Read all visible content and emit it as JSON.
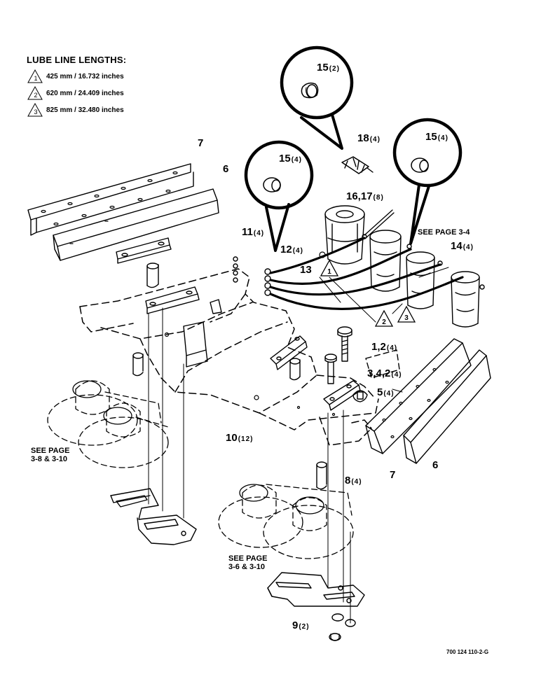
{
  "legend": {
    "title": "LUBE LINE LENGTHS:",
    "items": [
      {
        "marker": "1",
        "text": "425 mm / 16.732 inches"
      },
      {
        "marker": "2",
        "text": "620 mm / 24.409 inches"
      },
      {
        "marker": "3",
        "text": "825 mm / 32.480 inches"
      }
    ]
  },
  "callouts": [
    {
      "num": "15",
      "qty": "(2)"
    },
    {
      "num": "18",
      "qty": "(4)"
    },
    {
      "num": "15",
      "qty": "(4)"
    },
    {
      "num": "15",
      "qty": "(4)"
    },
    {
      "num": "16,17",
      "qty": "(8)"
    },
    {
      "num": "7",
      "qty": ""
    },
    {
      "num": "6",
      "qty": ""
    },
    {
      "num": "11",
      "qty": "(4)"
    },
    {
      "num": "12",
      "qty": "(4)"
    },
    {
      "num": "13",
      "qty": ""
    },
    {
      "num": "14",
      "qty": "(4)"
    },
    {
      "num": "1,2",
      "qty": "(4)"
    },
    {
      "num": "3,4,2",
      "qty": "(4)"
    },
    {
      "num": "5",
      "qty": "(4)"
    },
    {
      "num": "10",
      "qty": "(12)"
    },
    {
      "num": "7",
      "qty": ""
    },
    {
      "num": "6",
      "qty": ""
    },
    {
      "num": "8",
      "qty": "(4)"
    },
    {
      "num": "9",
      "qty": "(2)"
    }
  ],
  "line_markers": [
    "1",
    "2",
    "3"
  ],
  "notes": {
    "see_page_top": "SEE PAGE 3-4",
    "see_page_left": [
      "SEE PAGE",
      "3-8 & 3-10"
    ],
    "see_page_bottom": [
      "SEE PAGE",
      "3-6 & 3-10"
    ]
  },
  "document_number": "700 124 110-2-G"
}
